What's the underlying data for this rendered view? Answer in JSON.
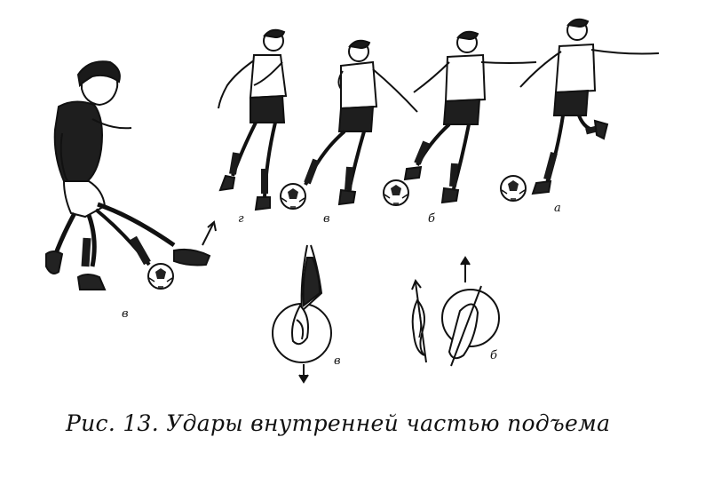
{
  "figure": {
    "labels": {
      "big_kicker": "в",
      "runner_1": "г",
      "runner_2": "в",
      "runner_3": "б",
      "runner_4": "а",
      "foot_detail": "в",
      "footprint_detail": "б"
    }
  },
  "caption": {
    "text": "Рис.  13. Удары внутренней частью подъема"
  }
}
